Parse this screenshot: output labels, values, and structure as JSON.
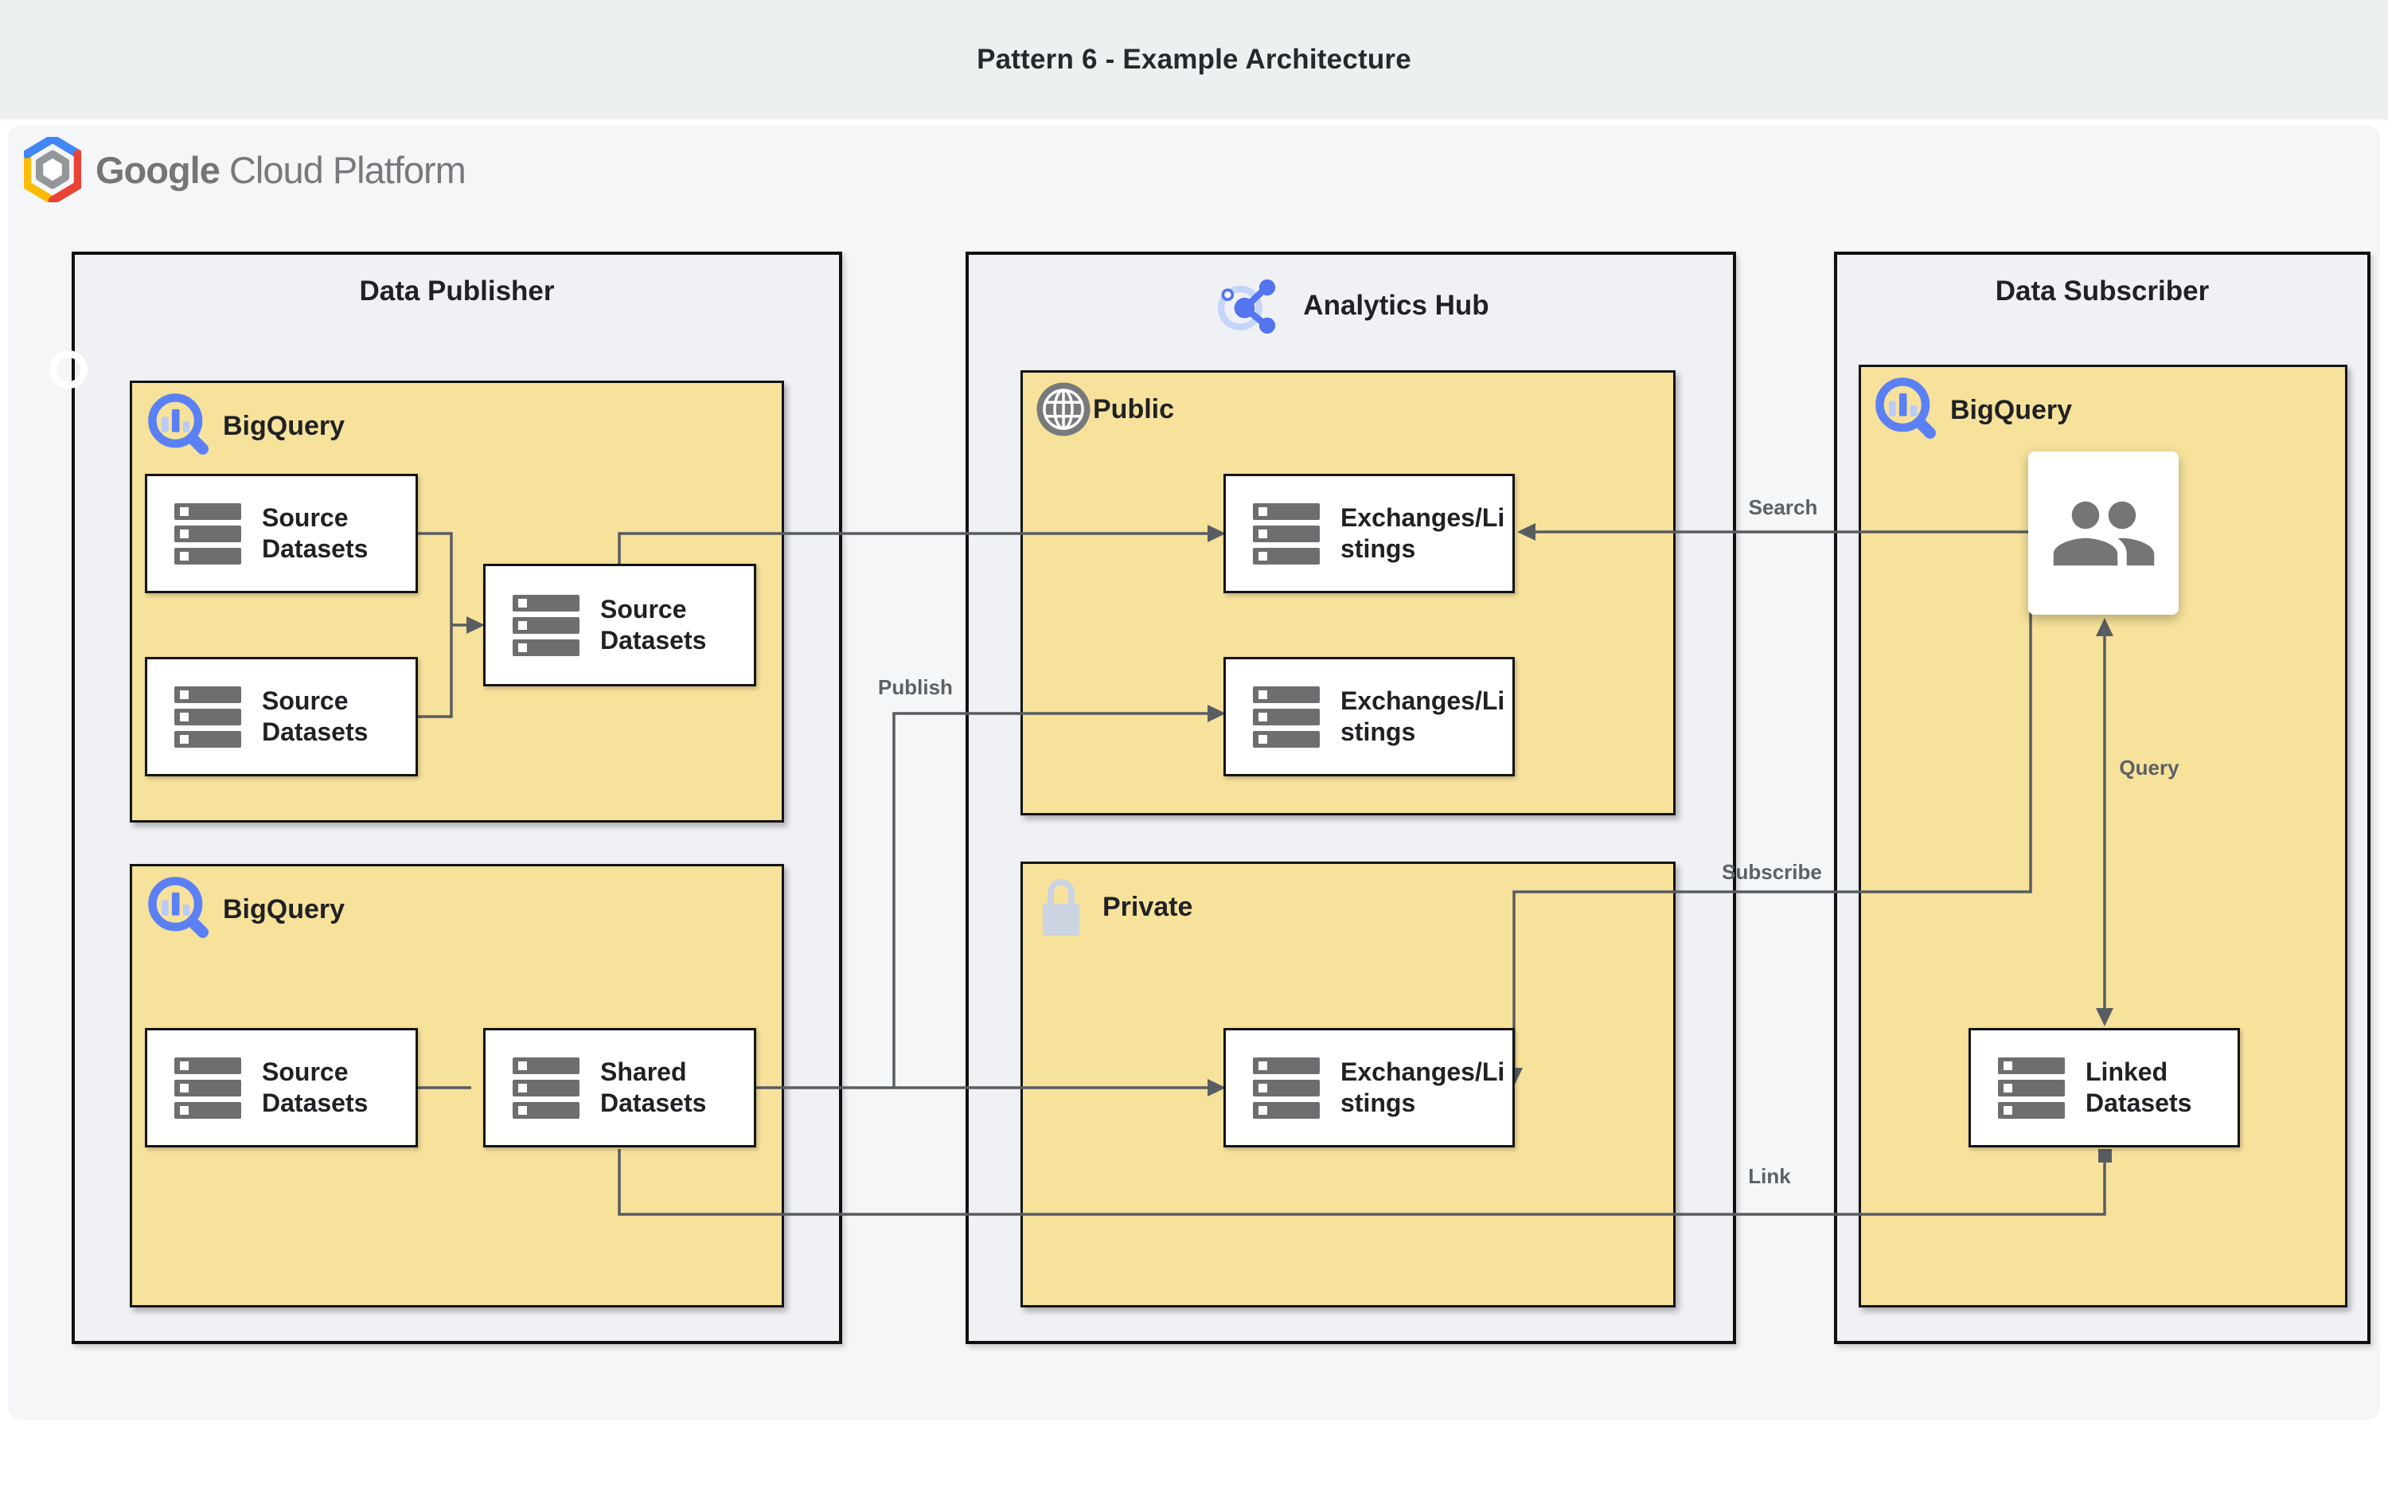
{
  "header": {
    "title": "Pattern 6 - Example Architecture"
  },
  "logo": {
    "brand": "Google",
    "product": "Cloud Platform"
  },
  "publisher": {
    "title": "Data Publisher",
    "bq_top": {
      "label": "BigQuery",
      "boxes": [
        {
          "label": "Source Datasets"
        },
        {
          "label": "Source Datasets"
        },
        {
          "label": "Source Datasets"
        }
      ]
    },
    "bq_bottom": {
      "label": "BigQuery",
      "boxes": [
        {
          "label": "Source Datasets"
        },
        {
          "label": "Shared Datasets"
        }
      ]
    }
  },
  "hub": {
    "title": "Analytics Hub",
    "public": {
      "label": "Public",
      "boxes": [
        {
          "label": "Exchanges/Listings"
        },
        {
          "label": "Exchanges/Listings"
        }
      ]
    },
    "private": {
      "label": "Private",
      "boxes": [
        {
          "label": "Exchanges/Listings"
        }
      ]
    }
  },
  "subscriber": {
    "title": "Data Subscriber",
    "bq": {
      "label": "BigQuery",
      "linked": {
        "label": "Linked Datasets"
      }
    }
  },
  "edges": {
    "publish": "Publish",
    "search": "Search",
    "subscribe": "Subscribe",
    "query": "Query",
    "link": "Link"
  },
  "colors": {
    "header_band": "#ecf0f1",
    "content_bg": "#f4f6f7",
    "container_fill": "#eff1f4",
    "service_yellow": "#f7e29b",
    "connector_gray": "#585d62",
    "icon_gray": "#6d6e70",
    "bigquery_blue": "#5b80f5",
    "hub_blue": "#5574ef",
    "lock_gray_blue": "#ccd4e2",
    "google_blue": "#4285f4",
    "google_red": "#ea4335",
    "google_yellow": "#fbbc05"
  }
}
